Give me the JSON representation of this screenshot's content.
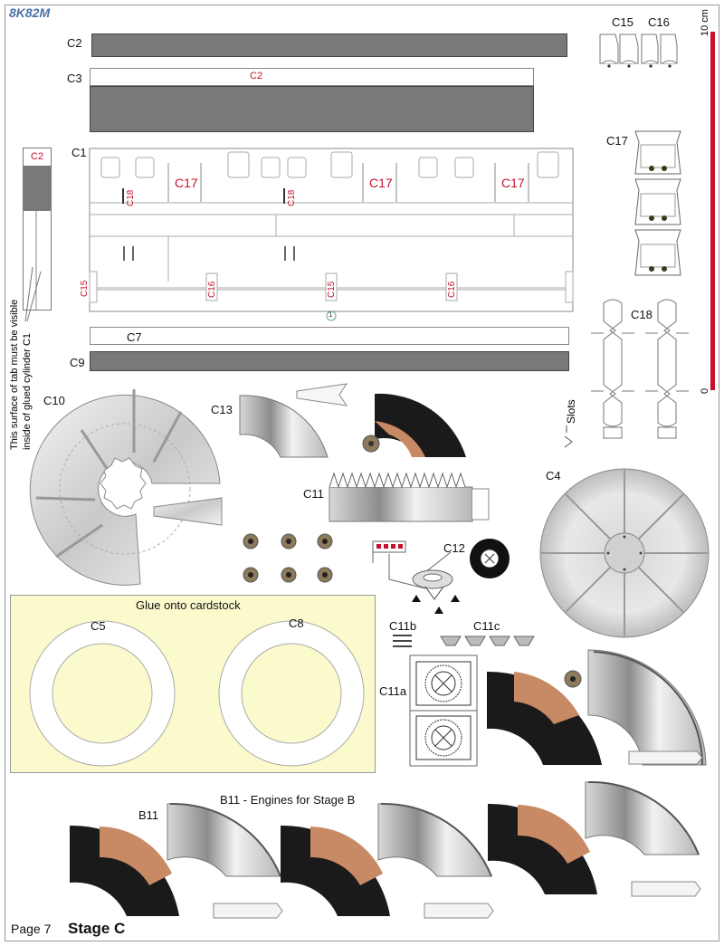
{
  "header": {
    "model_code": "8K82M"
  },
  "footer": {
    "page": "Page 7",
    "stage": "Stage C"
  },
  "scale": {
    "top_label": "10 cm",
    "bottom_label": "0"
  },
  "parts": {
    "c2": "C2",
    "c2_inner": "C2",
    "c3": "C3",
    "c1": "C1",
    "c7": "C7",
    "c9": "C9",
    "c10": "C10",
    "c13": "C13",
    "c11": "C11",
    "c12": "C12",
    "c4": "C4",
    "c5": "C5",
    "c8": "C8",
    "c11a": "C11a",
    "c11b": "C11b",
    "c11c": "C11c",
    "c15": "C15",
    "c16": "C16",
    "c17": "C17",
    "c18": "C18",
    "b11": "B11",
    "tab_c2": "C2",
    "c1_marks": [
      "C17",
      "C17",
      "C17"
    ],
    "c1_small": [
      "C18",
      "C18"
    ],
    "c1_bottom": [
      "C15",
      "C16",
      "C15",
      "C16"
    ],
    "c1_number": "1"
  },
  "notes": {
    "tab_note_line1": "This surface of tab must be visible",
    "tab_note_line2": "inside of glued cylinder C1",
    "glue_panel": "Glue onto cardstock",
    "slots": "Slots",
    "engines": "B11 - Engines for Stage B"
  },
  "colors": {
    "gray": "#7b7879",
    "black": "#1a1a1a",
    "copper": "#c88a65",
    "panel": "#fbfacd",
    "scale_red": "#c8102e"
  }
}
